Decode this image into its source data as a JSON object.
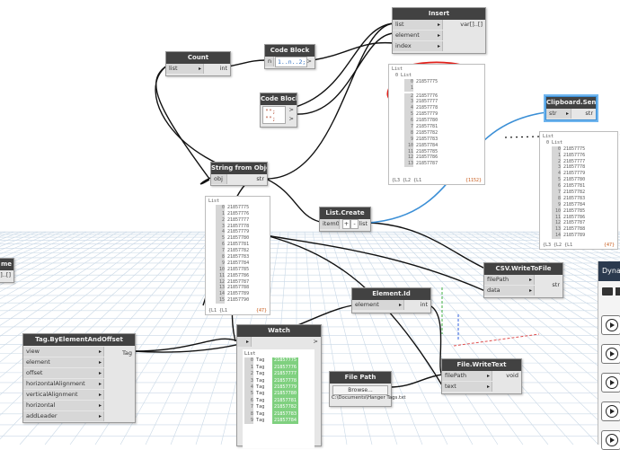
{
  "nodes": {
    "count": {
      "title": "Count",
      "input": "list",
      "output": "int"
    },
    "code_block_range": {
      "title": "Code Block",
      "input": "n",
      "code": "1..n..2;",
      "output": ">"
    },
    "code_block_empty": {
      "title": "Code Block",
      "line1": "\"\";",
      "line2": "\"\";",
      "out1": ">",
      "out2": ">"
    },
    "insert": {
      "title": "Insert",
      "inputs": [
        "list",
        "element",
        "index"
      ],
      "output": "var[]..[]"
    },
    "string_from_object": {
      "title": "String from Object",
      "input": "obj",
      "output": "str"
    },
    "list_create": {
      "title": "List.Create",
      "input": "item0",
      "plus": "+",
      "minus": "-",
      "output": "list"
    },
    "clipboard": {
      "title": "Clipboard.SendTo",
      "input": "str",
      "output": "str"
    },
    "csv_write": {
      "title": "CSV.WriteToFile",
      "inputs": [
        "filePath",
        "data"
      ],
      "output": "str"
    },
    "element_id": {
      "title": "Element.Id",
      "input": "element",
      "output": "int"
    },
    "tag_by_elem": {
      "title": "Tag.ByElementAndOffset",
      "inputs": [
        "view",
        "element",
        "offset",
        "horizontalAlignment",
        "verticalAlignment",
        "horizontal",
        "addLeader"
      ],
      "output": "Tag"
    },
    "watch": {
      "title": "Watch",
      "output": ">",
      "list_label": "List"
    },
    "file_path": {
      "title": "File Path",
      "browse": "Browse...",
      "path": "C:\\Documents\\Hanger Tags.txt"
    },
    "file_write": {
      "title": "File.WriteText",
      "inputs": [
        "filePath",
        "text"
      ],
      "output": "void"
    },
    "partial_left": {
      "title": "me",
      "output": "[]..[]"
    }
  },
  "insert_preview": {
    "header": "List",
    "sub": "0 List",
    "first": [
      "21857775",
      ""
    ],
    "rows": [
      "21857776",
      "21857777",
      "21857778",
      "21857779",
      "21857780",
      "21857781",
      "21857782",
      "21857783",
      "21857784",
      "21857785",
      "21857786",
      "21857787"
    ],
    "foot_left": "{L3 {L2 {L1",
    "foot_right": "{1152}"
  },
  "annotation": {
    "scribble": "?"
  },
  "string_preview": {
    "header": "List",
    "rows": [
      "21857775",
      "21857776",
      "21857777",
      "21857778",
      "21857779",
      "21857780",
      "21857781",
      "21857782",
      "21857783",
      "21857784",
      "21857785",
      "21857786",
      "21857787",
      "21857788",
      "21857789",
      "21857790"
    ],
    "foot_left": "{L1 {L1",
    "foot_right": "{47}"
  },
  "clipboard_preview": {
    "header": "List",
    "sub": "0 List",
    "rows": [
      "21857775",
      "21857776",
      "21857777",
      "21857778",
      "21857779",
      "21857780",
      "21857781",
      "21857782",
      "21857783",
      "21857784",
      "21857785",
      "21857786",
      "21857787",
      "21857788",
      "21857789"
    ],
    "foot_left": "{L3 {L2 {L1",
    "foot_right": "{47}"
  },
  "watch_preview": {
    "header": "List",
    "rows": [
      {
        "tag": "Tag",
        "val": "21857775"
      },
      {
        "tag": "Tag",
        "val": "21857776"
      },
      {
        "tag": "Tag",
        "val": "21857777"
      },
      {
        "tag": "Tag",
        "val": "21857778"
      },
      {
        "tag": "Tag",
        "val": "21857779"
      },
      {
        "tag": "Tag",
        "val": "21857780"
      },
      {
        "tag": "Tag",
        "val": "21857781"
      },
      {
        "tag": "Tag",
        "val": "21857782"
      },
      {
        "tag": "Tag",
        "val": "21857783"
      },
      {
        "tag": "Tag",
        "val": "21857784"
      }
    ]
  },
  "side_panel": {
    "title": "Dyna"
  },
  "colors": {
    "node_header": "#424242",
    "wire": "#111111",
    "wire_selected": "#3b8fd6",
    "scribble": "#e0201a",
    "watch_value": "#7fd07f"
  }
}
